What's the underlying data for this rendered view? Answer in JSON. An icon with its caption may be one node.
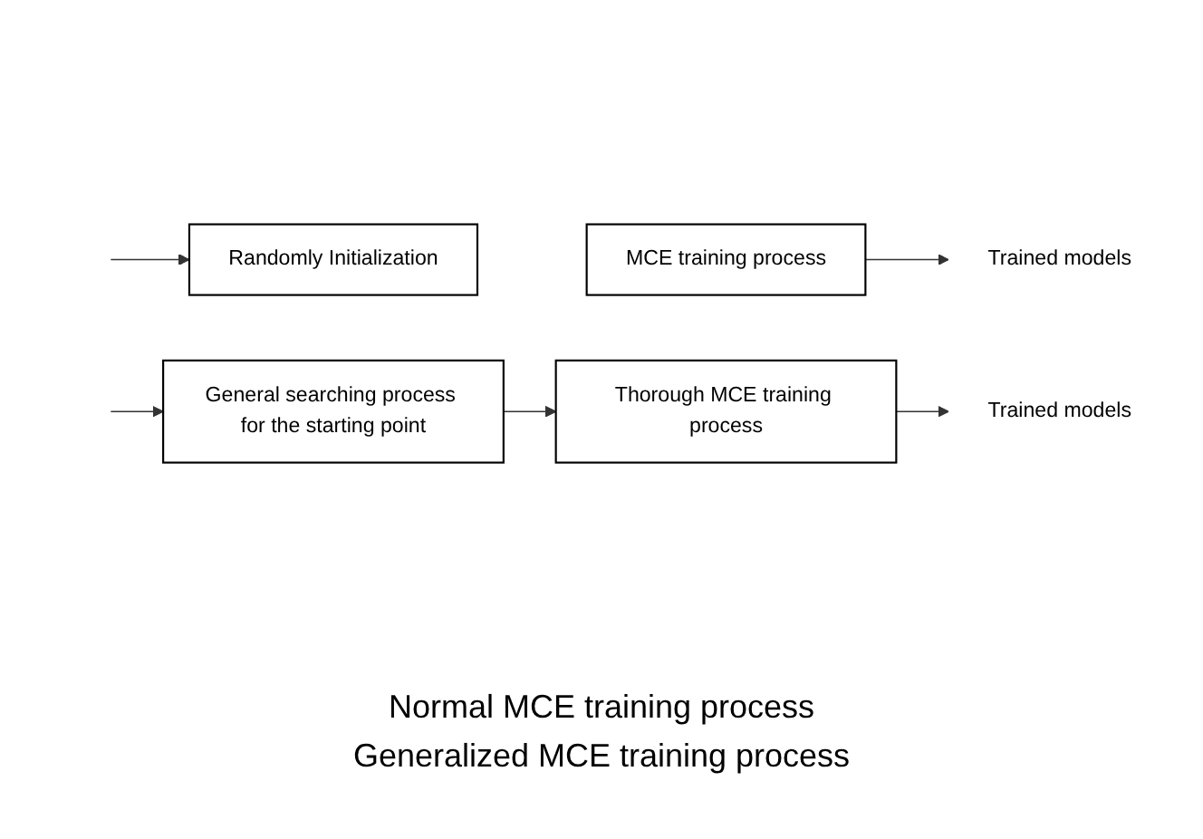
{
  "diagram": {
    "nodes": [
      {
        "text": [
          "Randomly Initialization"
        ]
      },
      {
        "text": [
          "MCE training process"
        ]
      },
      {
        "text": [
          "Trained models"
        ]
      },
      {
        "text": [
          "General searching process for the starting point"
        ]
      },
      {
        "text": [
          "Thorough MCE training process"
        ]
      },
      {
        "text": [
          "Trained models"
        ]
      }
    ],
    "edges": [
      {
        "from": null,
        "to": 0,
        "arrow": "to"
      },
      {
        "from": 1,
        "to": 2,
        "arrow": "to"
      },
      {
        "from": null,
        "to": 3,
        "arrow": "to"
      },
      {
        "from": 3,
        "to": 4,
        "arrow": "to"
      },
      {
        "from": 4,
        "to": 5,
        "arrow": "to"
      }
    ],
    "labels": [
      "Normal MCE training process",
      "Generalized MCE training process"
    ]
  }
}
